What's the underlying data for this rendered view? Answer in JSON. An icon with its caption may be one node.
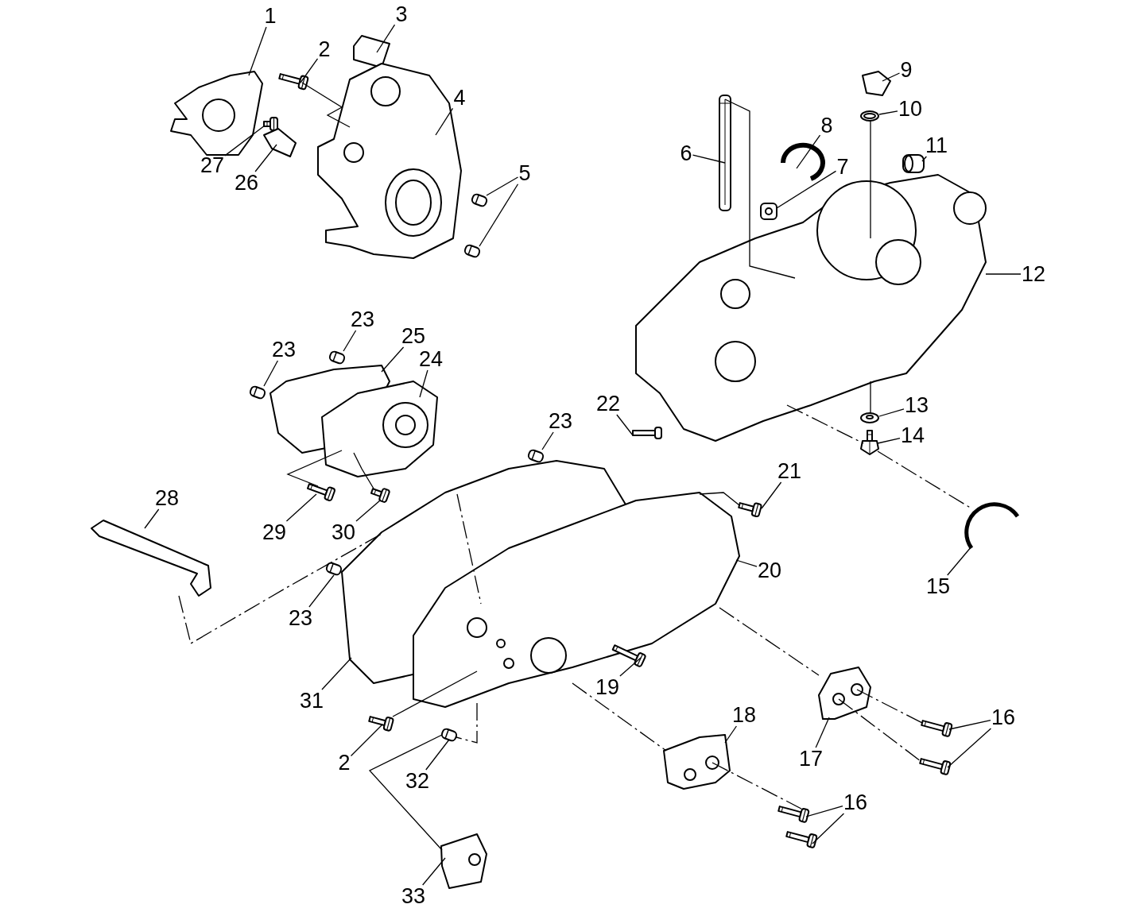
{
  "diagram": {
    "nodes": [
      {
        "text": [
          "1"
        ]
      },
      {
        "text": [
          "2"
        ]
      },
      {
        "text": [
          "3"
        ]
      },
      {
        "text": [
          "4"
        ]
      },
      {
        "text": [
          "5"
        ]
      },
      {
        "text": [
          "27"
        ]
      },
      {
        "text": [
          "26"
        ]
      },
      {
        "text": [
          "6"
        ]
      },
      {
        "text": [
          "8"
        ]
      },
      {
        "text": [
          "7"
        ]
      },
      {
        "text": [
          "9"
        ]
      },
      {
        "text": [
          "10"
        ]
      },
      {
        "text": [
          "11"
        ]
      },
      {
        "text": [
          "12"
        ]
      },
      {
        "text": [
          "13"
        ]
      },
      {
        "text": [
          "14"
        ]
      },
      {
        "text": [
          "15"
        ]
      },
      {
        "text": [
          "23"
        ]
      },
      {
        "text": [
          "23"
        ]
      },
      {
        "text": [
          "25"
        ]
      },
      {
        "text": [
          "24"
        ]
      },
      {
        "text": [
          "22"
        ]
      },
      {
        "text": [
          "23"
        ]
      },
      {
        "text": [
          "21"
        ]
      },
      {
        "text": [
          "20"
        ]
      },
      {
        "text": [
          "29"
        ]
      },
      {
        "text": [
          "30"
        ]
      },
      {
        "text": [
          "28"
        ]
      },
      {
        "text": [
          "23"
        ]
      },
      {
        "text": [
          "31"
        ]
      },
      {
        "text": [
          "19"
        ]
      },
      {
        "text": [
          "2"
        ]
      },
      {
        "text": [
          "32"
        ]
      },
      {
        "text": [
          "18"
        ]
      },
      {
        "text": [
          "17"
        ]
      },
      {
        "text": [
          "16"
        ]
      },
      {
        "text": [
          "16"
        ]
      },
      {
        "text": [
          "33"
        ]
      },
      {
        "text": [],
        "shape": "picture"
      },
      {
        "text": [],
        "shape": "picture"
      },
      {
        "text": [],
        "shape": "picture"
      },
      {
        "text": [],
        "shape": "picture"
      },
      {
        "text": [],
        "shape": "picture"
      },
      {
        "text": [],
        "shape": "picture"
      },
      {
        "text": [],
        "shape": "picture"
      },
      {
        "text": [],
        "shape": "picture"
      },
      {
        "text": [],
        "shape": "picture"
      },
      {
        "text": [],
        "shape": "picture"
      },
      {
        "text": [],
        "shape": "picture"
      },
      {
        "text": [],
        "shape": "picture"
      },
      {
        "text": [],
        "shape": "picture"
      },
      {
        "text": [],
        "shape": "picture"
      },
      {
        "text": [],
        "shape": "picture"
      },
      {
        "text": [],
        "shape": "picture"
      },
      {
        "text": [],
        "shape": "picture"
      },
      {
        "text": [],
        "shape": "picture"
      },
      {
        "text": [],
        "shape": "picture"
      },
      {
        "text": [],
        "shape": "picture"
      },
      {
        "text": [],
        "shape": "picture"
      },
      {
        "text": [],
        "shape": "picture"
      },
      {
        "text": [],
        "shape": "picture"
      },
      {
        "text": [],
        "shape": "picture"
      },
      {
        "text": [],
        "shape": "picture"
      },
      {
        "text": [],
        "shape": "picture"
      },
      {
        "text": [],
        "shape": "picture"
      },
      {
        "text": [],
        "shape": "picture"
      },
      {
        "text": [],
        "shape": "picture"
      },
      {
        "text": [],
        "shape": "picture"
      },
      {
        "text": [],
        "shape": "picture"
      },
      {
        "text": [],
        "shape": "picture"
      },
      {
        "text": [],
        "shape": "picture"
      },
      {
        "text": [],
        "shape": "picture"
      },
      {
        "text": [],
        "shape": "picture"
      },
      {
        "text": [],
        "shape": "picture"
      },
      {
        "text": [],
        "shape": "picture"
      },
      {
        "text": [],
        "shape": "picture"
      },
      {
        "text": [],
        "shape": "picture"
      },
      {
        "text": [],
        "shape": "picture"
      },
      {
        "text": [],
        "shape": "picture"
      }
    ],
    "edges": [
      {
        "from": 0,
        "to": 38,
        "arrow": "none"
      },
      {
        "from": 1,
        "to": 39,
        "arrow": "none"
      },
      {
        "from": 2,
        "to": 40,
        "arrow": "none"
      },
      {
        "from": 3,
        "to": 41,
        "arrow": "none"
      },
      {
        "from": 4,
        "to": 42,
        "arrow": "none"
      },
      {
        "from": 4,
        "to": 43,
        "arrow": "none"
      },
      {
        "from": 5,
        "to": 44,
        "arrow": "none"
      },
      {
        "from": 6,
        "to": 45,
        "arrow": "none"
      },
      {
        "from": 7,
        "to": 46,
        "arrow": "none"
      },
      {
        "from": 8,
        "to": 47,
        "arrow": "none"
      },
      {
        "from": 9,
        "to": 48,
        "arrow": "none"
      },
      {
        "from": 10,
        "to": 49,
        "arrow": "none"
      },
      {
        "from": 11,
        "to": 50,
        "arrow": "none"
      },
      {
        "from": 12,
        "to": 51,
        "arrow": "none"
      },
      {
        "from": 13,
        "to": 52,
        "arrow": "none"
      },
      {
        "from": 14,
        "to": 53,
        "arrow": "none"
      },
      {
        "from": 15,
        "to": 54,
        "arrow": "none"
      },
      {
        "from": 16,
        "to": 55,
        "arrow": "none"
      },
      {
        "from": 17,
        "to": 56,
        "arrow": "none"
      },
      {
        "from": 18,
        "to": 57,
        "arrow": "none"
      },
      {
        "from": 19,
        "to": 58,
        "arrow": "none"
      },
      {
        "from": 20,
        "to": 59,
        "arrow": "none"
      },
      {
        "from": 21,
        "to": 60,
        "arrow": "none"
      },
      {
        "from": 22,
        "to": 61,
        "arrow": "none"
      },
      {
        "from": 23,
        "to": 62,
        "arrow": "none"
      },
      {
        "from": 24,
        "to": 63,
        "arrow": "none"
      },
      {
        "from": 25,
        "to": 64,
        "arrow": "none"
      },
      {
        "from": 26,
        "to": 65,
        "arrow": "none"
      },
      {
        "from": 27,
        "to": 66,
        "arrow": "none"
      },
      {
        "from": 28,
        "to": 67,
        "arrow": "none"
      },
      {
        "from": 29,
        "to": 68,
        "arrow": "none"
      },
      {
        "from": 30,
        "to": 69,
        "arrow": "none"
      },
      {
        "from": 31,
        "to": 70,
        "arrow": "none"
      },
      {
        "from": 32,
        "to": 71,
        "arrow": "none"
      },
      {
        "from": 33,
        "to": 72,
        "arrow": "none"
      },
      {
        "from": 34,
        "to": 73,
        "arrow": "none"
      },
      {
        "from": 35,
        "to": 74,
        "arrow": "none"
      },
      {
        "from": 35,
        "to": 75,
        "arrow": "none"
      },
      {
        "from": 36,
        "to": 76,
        "arrow": "none"
      },
      {
        "from": 36,
        "to": 77,
        "arrow": "none"
      },
      {
        "from": 37,
        "to": 78,
        "arrow": "none"
      },
      {
        "from": 39,
        "to": 41,
        "arrow": "none"
      },
      {
        "from": 46,
        "to": 52,
        "arrow": "none"
      },
      {
        "from": 50,
        "to": 52,
        "arrow": "none"
      },
      {
        "from": 52,
        "to": 53,
        "arrow": "none"
      },
      {
        "from": 52,
        "to": 54,
        "arrow": "none",
        "style": "dashed"
      },
      {
        "from": 54,
        "to": 55,
        "arrow": "none",
        "style": "dashed"
      },
      {
        "from": 66,
        "to": 68,
        "arrow": "none",
        "style": "dashed"
      },
      {
        "from": 68,
        "to": 63,
        "arrow": "none",
        "style": "dashed"
      },
      {
        "from": 63,
        "to": 62,
        "arrow": "none"
      },
      {
        "from": 63,
        "to": 73,
        "arrow": "none",
        "style": "dashed"
      },
      {
        "from": 63,
        "to": 72,
        "arrow": "none",
        "style": "dashed"
      },
      {
        "from": 72,
        "to": 76,
        "arrow": "none",
        "style": "dashed"
      },
      {
        "from": 73,
        "to": 74,
        "arrow": "none",
        "style": "dashed"
      },
      {
        "from": 73,
        "to": 75,
        "arrow": "none",
        "style": "dashed"
      },
      {
        "from": 70,
        "to": 63,
        "arrow": "none"
      },
      {
        "from": 63,
        "to": 71,
        "arrow": "none",
        "style": "dashed"
      },
      {
        "from": 78,
        "to": 71,
        "arrow": "none"
      },
      {
        "from": 64,
        "to": 59,
        "arrow": "none"
      },
      {
        "from": 65,
        "to": 59,
        "arrow": "none"
      }
    ]
  }
}
